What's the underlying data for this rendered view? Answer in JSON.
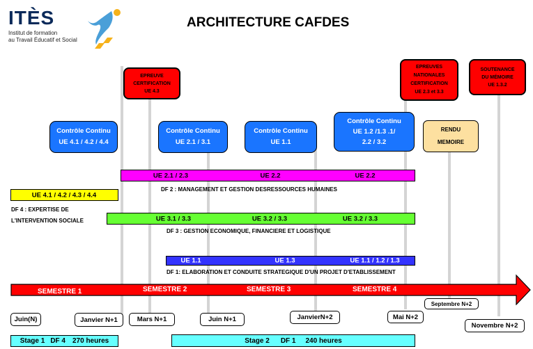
{
  "logo": {
    "name": "ITÈS",
    "line1": "Institut de formation",
    "line2": "au Travail Éducatif et Social"
  },
  "title": "ARCHITECTURE CAFDES",
  "red_boxes": [
    {
      "line1": "EPREUVE",
      "line2": "CERTIFICATION",
      "line3": "UE 4.3"
    },
    {
      "line1": "EPREUVES",
      "line2": "NATIONALES",
      "line3": "CERTIFICATION",
      "line4": "UE  2.3 et 3.3"
    },
    {
      "line1": "SOUTENANCE",
      "line2": "DU MÉMOIRE",
      "line3": "UE 1.3.2"
    }
  ],
  "blue_boxes": [
    {
      "line1": "Contrôle Continu",
      "line2": "UE 4.1 / 4.2 / 4.4"
    },
    {
      "line1": "Contrôle Continu",
      "line2": "UE  2.1 / 3.1"
    },
    {
      "line1": "Contrôle Continu",
      "line2": "UE 1.1"
    },
    {
      "line1": "Contrôle Continu",
      "line2": "UE 1.2 /1.3 .1/",
      "line3": "2.2 / 3.2"
    }
  ],
  "rendu": {
    "line1": "RENDU",
    "line2": "MEMOIRE"
  },
  "df2": {
    "labels": [
      "UE 2.1 / 2.3",
      "UE 2.2",
      "UE 2.2"
    ],
    "caption": "DF 2 : MANAGEMENT ET GESTION DESRESSOURCES HUMAINES"
  },
  "df4": {
    "label": "UE 4.1 / 4.2 / 4.3  / 4.4",
    "caption1": "DF 4 : EXPERTISE DE",
    "caption2": "L'INTERVENTION SOCIALE"
  },
  "df3": {
    "labels": [
      "UE 3.1 / 3.3",
      "UE 3.2 / 3.3",
      "UE 3.2 / 3.3"
    ],
    "caption": "DF 3 : GESTION ECONOMIQUE, FINANCIERE ET LOGISTIQUE"
  },
  "df1": {
    "labels": [
      "UE 1.1",
      "UE 1.3",
      "UE 1.1 / 1.2 / 1.3"
    ],
    "caption": "DF 1: ELABORATION ET CONDUITE STRATEGIQUE D'UN PROJET D'ETABLISSEMENT"
  },
  "semesters": [
    "SEMESTRE 1",
    "SEMESTRE 2",
    "SEMESTRE 3",
    "SEMESTRE 4"
  ],
  "dates": [
    "Juin(N)",
    "Janvier N+1",
    "Mars N+1",
    "Juin N+1",
    "JanvierN+2",
    "Mai N+2",
    "Septembre N+2",
    "Novembre N+2"
  ],
  "stages": [
    {
      "name": "Stage 1",
      "df": "DF 4",
      "hours": "270 heures"
    },
    {
      "name": "Stage 2",
      "df": "DF 1",
      "hours": "240 heures"
    }
  ],
  "colors": {
    "red": "#ff0000",
    "blue": "#1a75ff",
    "magenta": "#ff00ff",
    "yellow": "#ffff00",
    "green": "#66ff33",
    "violet": "#3333ff",
    "cyan": "#66ffff",
    "beige": "#fde0a0"
  }
}
